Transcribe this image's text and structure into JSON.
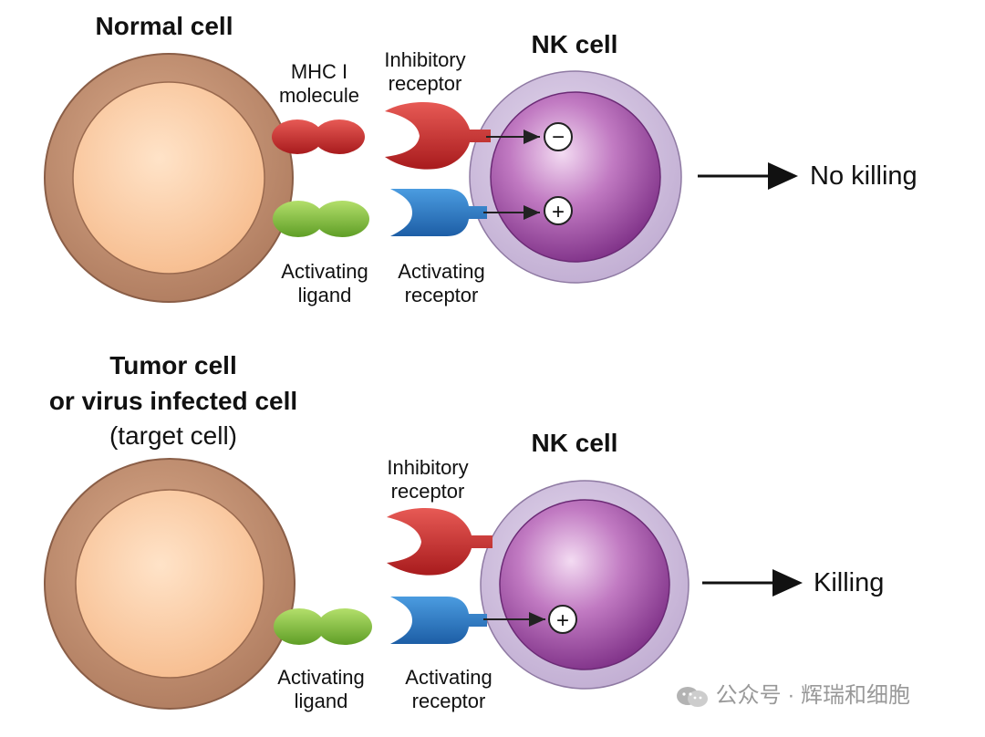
{
  "panel_normal": {
    "title": "Normal cell",
    "nk_title": "NK cell",
    "mhc_label": [
      "MHC I",
      "molecule"
    ],
    "inhibitory_label": [
      "Inhibitory",
      "receptor"
    ],
    "ligand_label": [
      "Activating",
      "ligand"
    ],
    "activating_receptor_label": [
      "Activating",
      "receptor"
    ],
    "inhibitory_signal": "−",
    "activating_signal": "+",
    "outcome": "No killing"
  },
  "panel_tumor": {
    "title_line1": "Tumor cell",
    "title_line2": "or virus infected cell",
    "title_line3": "(target cell)",
    "nk_title": "NK cell",
    "inhibitory_label": [
      "Inhibitory",
      "receptor"
    ],
    "ligand_label": [
      "Activating",
      "ligand"
    ],
    "activating_receptor_label": [
      "Activating",
      "receptor"
    ],
    "activating_signal": "+",
    "outcome": "Killing"
  },
  "watermark": "公众号 · 辉瑞和细胞",
  "colors": {
    "target_membrane": "#c49477",
    "target_nucleus": "#fbcfaa",
    "nk_membrane": "#d6c7e1",
    "nk_body": "#a64fa8",
    "mhc": "#cc2b2b",
    "ligand": "#86c23e",
    "inhibitory_receptor": "#d2302e",
    "activating_receptor": "#2f7ac4"
  }
}
